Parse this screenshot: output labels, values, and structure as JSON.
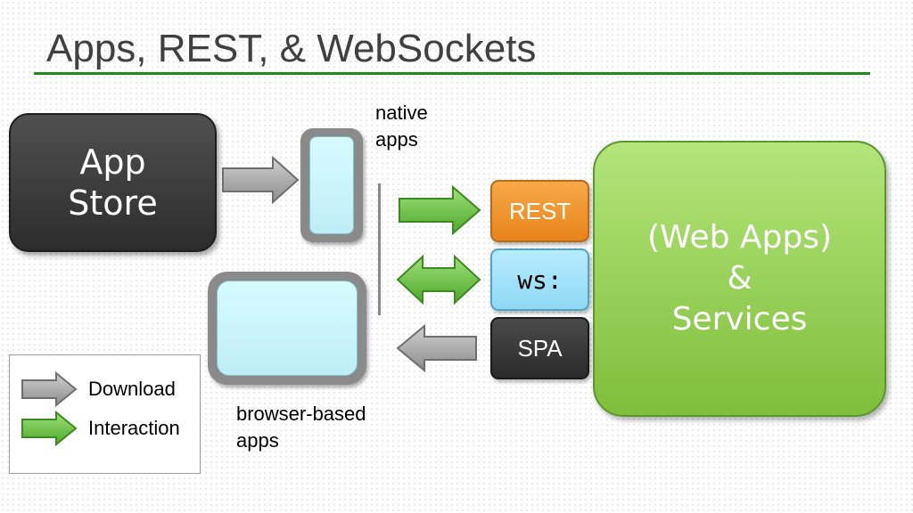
{
  "title": "Apps, REST, & WebSockets",
  "app_store": {
    "label": "App\nStore"
  },
  "labels": {
    "native_apps": "native\napps",
    "browser_apps": "browser-based\napps"
  },
  "protocols": {
    "rest": "REST",
    "ws": "ws:",
    "spa": "SPA"
  },
  "services": {
    "label": "(Web Apps)\n&\nServices"
  },
  "legend": {
    "download": "Download",
    "interaction": "Interaction"
  },
  "colors": {
    "title_rule": "#1e8a1e",
    "download_arrow": "#a6a6a6",
    "interaction_arrow": "#6cc04a",
    "rest": "#e8841a",
    "ws": "#a6e3fb",
    "spa": "#333333",
    "services": "#8fcf4c"
  },
  "icons": {
    "download": "gray-right-arrow-icon",
    "interaction": "green-right-arrow-icon",
    "bidirectional": "green-double-arrow-icon",
    "return": "gray-left-arrow-icon"
  }
}
